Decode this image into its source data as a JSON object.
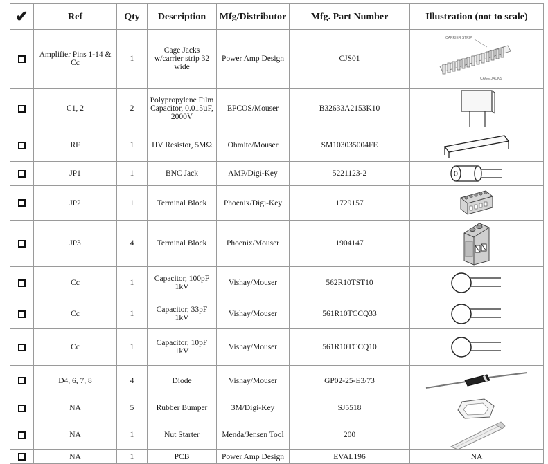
{
  "header": {
    "check": "✔",
    "ref": "Ref",
    "qty": "Qty",
    "description": "Description",
    "mfg": "Mfg/Distributor",
    "part": "Mfg. Part Number",
    "illustration": "Illustration (not to scale)"
  },
  "illustration_labels": {
    "carrier_strip": "CARRIER STRIP",
    "cage_jacks": "CAGE JACKS"
  },
  "rows": [
    {
      "ref": "Amplifier Pins 1-14 & Cc",
      "qty": "1",
      "description": "Cage Jacks w/carrier strip 32 wide",
      "mfg": "Power Amp Design",
      "part": "CJS01",
      "icon": "cage-jacks-icon"
    },
    {
      "ref": "C1, 2",
      "qty": "2",
      "description": "Polypropylene Film Capacitor, 0.015µF, 2000V",
      "mfg": "EPCOS/Mouser",
      "part": "B32633A2153K10",
      "icon": "film-capacitor-icon"
    },
    {
      "ref": "RF",
      "qty": "1",
      "description": "HV Resistor, 5MΩ",
      "mfg": "Ohmite/Mouser",
      "part": "SM103035004FE",
      "icon": "hv-resistor-icon"
    },
    {
      "ref": "JP1",
      "qty": "1",
      "description": "BNC Jack",
      "mfg": "AMP/Digi-Key",
      "part": "5221123-2",
      "icon": "bnc-jack-icon"
    },
    {
      "ref": "JP2",
      "qty": "1",
      "description": "Terminal Block",
      "mfg": "Phoenix/Digi-Key",
      "part": "1729157",
      "icon": "terminal-block-icon"
    },
    {
      "ref": "JP3",
      "qty": "4",
      "description": "Terminal Block",
      "mfg": "Phoenix/Mouser",
      "part": "1904147",
      "icon": "terminal-block-tall-icon"
    },
    {
      "ref": "Cc",
      "qty": "1",
      "description": "Capacitor, 100pF 1kV",
      "mfg": "Vishay/Mouser",
      "part": "562R10TST10",
      "icon": "disc-capacitor-icon"
    },
    {
      "ref": "Cc",
      "qty": "1",
      "description": "Capacitor, 33pF 1kV",
      "mfg": "Vishay/Mouser",
      "part": "561R10TCCQ33",
      "icon": "disc-capacitor-icon"
    },
    {
      "ref": "Cc",
      "qty": "1",
      "description": "Capacitor, 10pF 1kV",
      "mfg": "Vishay/Mouser",
      "part": "561R10TCCQ10",
      "icon": "disc-capacitor-icon"
    },
    {
      "ref": "D4, 6, 7, 8",
      "qty": "4",
      "description": "Diode",
      "mfg": "Vishay/Mouser",
      "part": "GP02-25-E3/73",
      "icon": "diode-icon"
    },
    {
      "ref": "NA",
      "qty": "5",
      "description": "Rubber Bumper",
      "mfg": "3M/Digi-Key",
      "part": "SJ5518",
      "icon": "rubber-bumper-icon"
    },
    {
      "ref": "NA",
      "qty": "1",
      "description": "Nut Starter",
      "mfg": "Menda/Jensen Tool",
      "part": "200",
      "icon": "nut-starter-icon"
    },
    {
      "ref": "NA",
      "qty": "1",
      "description": "PCB",
      "mfg": "Power Amp Design",
      "part": "EVAL196",
      "icon": "",
      "illustration_text": "NA"
    }
  ]
}
